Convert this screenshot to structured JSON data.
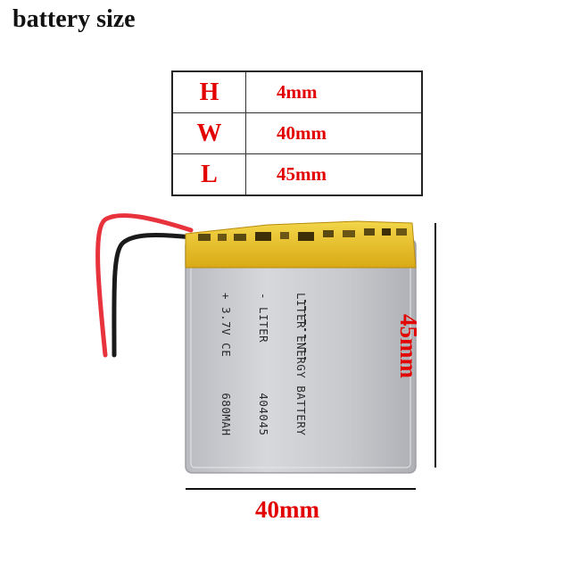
{
  "title": "battery size",
  "dimensions": [
    {
      "key": "H",
      "value": "4mm"
    },
    {
      "key": "W",
      "value": "40mm"
    },
    {
      "key": "L",
      "value": "45mm"
    }
  ],
  "battery_label": {
    "line1": "LITER ENERGY BATTERY",
    "line2": "- LITER       404045",
    "line3": "+ 3.7V CE     680MAH"
  },
  "dimension_labels": {
    "width": "40mm",
    "length": "45mm"
  },
  "colors": {
    "accent": "#e30000",
    "wire_red": "#e8323c",
    "wire_black": "#1a1a1a",
    "tape_yellow": "#e8c21a",
    "battery_body": "#c9cbd0"
  }
}
